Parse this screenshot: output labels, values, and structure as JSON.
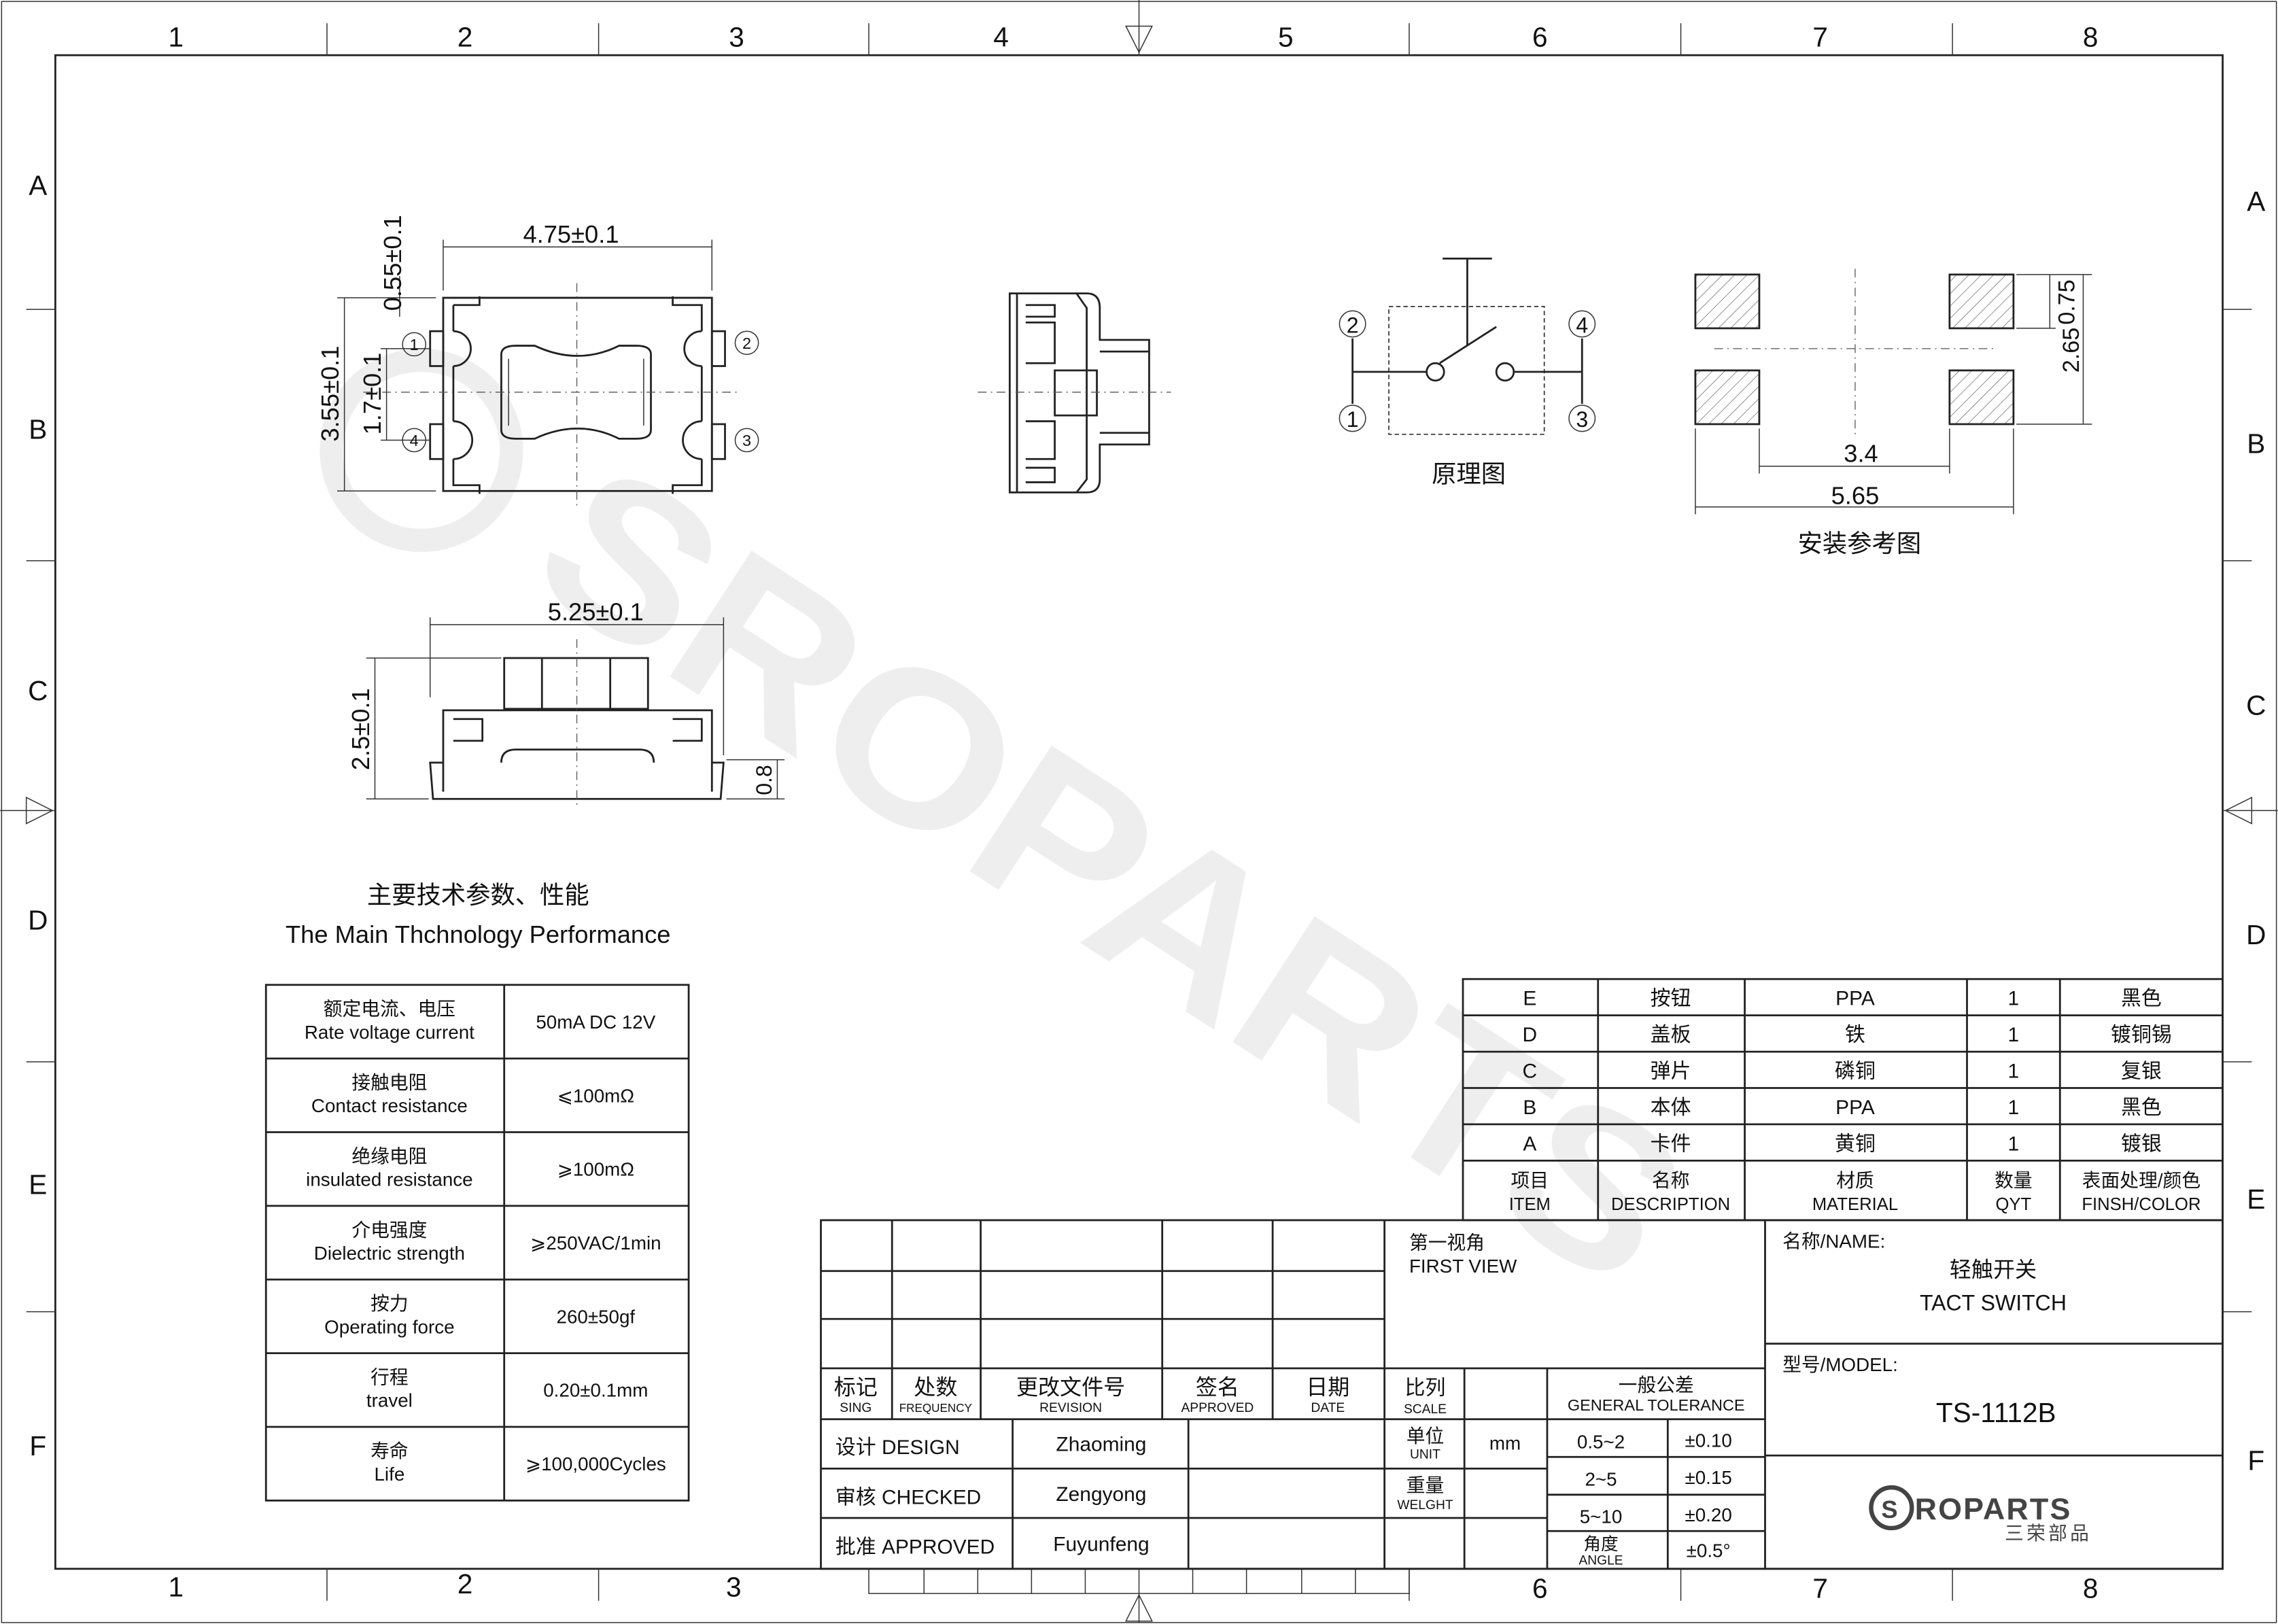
{
  "frame": {
    "columns": [
      "1",
      "2",
      "3",
      "4",
      "5",
      "6",
      "7",
      "8"
    ],
    "rows": [
      "A",
      "B",
      "C",
      "D",
      "E",
      "F"
    ]
  },
  "dimensions": {
    "top_width": "4.75±0.1",
    "top_offset": "0.55±0.1",
    "height": "3.55±0.1",
    "pin_pitch": "1.7±0.1",
    "side_width": "5.25±0.1",
    "side_height": "2.5±0.1",
    "side_pin": "0.8",
    "pad_h": "0.75",
    "pad_pitch_v": "2.65",
    "pad_gap": "3.4",
    "pad_total": "5.65"
  },
  "pins": [
    "1",
    "2",
    "3",
    "4"
  ],
  "schematic_label": "原理图",
  "pad_label": "安装参考图",
  "specs": {
    "title_cn": "主要技术参数、性能",
    "title_en": "The Main Thchnology Performance",
    "rows": [
      {
        "cn": "额定电流、电压",
        "en": "Rate voltage current",
        "value": "50mA DC 12V"
      },
      {
        "cn": "接触电阻",
        "en": "Contact resistance",
        "value": "⩽100mΩ"
      },
      {
        "cn": "绝缘电阻",
        "en": "insulated resistance",
        "value": "⩾100mΩ"
      },
      {
        "cn": "介电强度",
        "en": "Dielectric strength",
        "value": "⩾250VAC/1min"
      },
      {
        "cn": "按力",
        "en": "Operating force",
        "value": "260±50gf"
      },
      {
        "cn": "行程",
        "en": "travel",
        "value": "0.20±0.1mm"
      },
      {
        "cn": "寿命",
        "en": "Life",
        "value": "⩾100,000Cycles"
      }
    ]
  },
  "parts": {
    "rows": [
      [
        "E",
        "按钮",
        "PPA",
        "1",
        "黑色"
      ],
      [
        "D",
        "盖板",
        "铁",
        "1",
        "镀铜锡"
      ],
      [
        "C",
        "弹片",
        "磷铜",
        "1",
        "复银"
      ],
      [
        "B",
        "本体",
        "PPA",
        "1",
        "黑色"
      ],
      [
        "A",
        "卡件",
        "黄铜",
        "1",
        "镀银"
      ]
    ],
    "header_cn": [
      "项目",
      "名称",
      "材质",
      "数量",
      "表面处理/颜色"
    ],
    "header_en": [
      "ITEM",
      "DESCRIPTION",
      "MATERIAL",
      "QYT",
      "FINSH/COLOR"
    ]
  },
  "title_block": {
    "rev_headers_cn": [
      "标记",
      "处数",
      "更改文件号",
      "签名",
      "日期"
    ],
    "rev_headers_en": [
      "SING",
      "FREQUENCY",
      "REVISION",
      "APPROVED",
      "DATE"
    ],
    "signoff": [
      {
        "role": "设计 DESIGN",
        "name": "Zhaoming"
      },
      {
        "role": "审核 CHECKED",
        "name": "Zengyong"
      },
      {
        "role": "批准 APPROVED",
        "name": "Fuyunfeng"
      }
    ],
    "view_cn": "第一视角",
    "view_en": "FIRST VIEW",
    "scale_cn": "比列",
    "scale_en": "SCALE",
    "unit_cn": "单位",
    "unit_en": "UNIT",
    "unit_value": "mm",
    "weight_cn": "重量",
    "weight_en": "WELGHT",
    "tol_cn": "一般公差",
    "tol_en": "GENERAL TOLERANCE",
    "tolerances": [
      [
        "0.5~2",
        "±0.10"
      ],
      [
        "2~5",
        "±0.15"
      ],
      [
        "5~10",
        "±0.20"
      ]
    ],
    "angle_cn": "角度",
    "angle_en": "ANGLE",
    "angle_tol": "±0.5°",
    "name_label": "名称/NAME:",
    "name_cn": "轻触开关",
    "name_en": "TACT  SWITCH",
    "model_label": "型号/MODEL:",
    "model": "TS-1112B",
    "logo_text": "ROPARTS",
    "logo_cn": "三荣部品"
  },
  "watermark": "SROPARTS"
}
